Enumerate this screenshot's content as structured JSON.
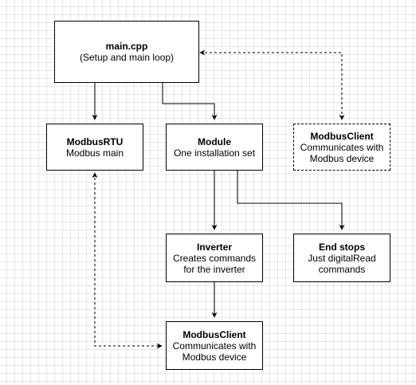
{
  "nodes": {
    "main": {
      "title": "main.cpp",
      "lines": [
        "(Setup and main loop)"
      ]
    },
    "modbus_rtu": {
      "title": "ModbusRTU",
      "lines": [
        "Modbus main"
      ]
    },
    "module": {
      "title": "Module",
      "lines": [
        "One installation set"
      ]
    },
    "modbus_client_a": {
      "title": "ModbusClient",
      "lines": [
        "Communicates with",
        "Modbus device"
      ]
    },
    "inverter": {
      "title": "Inverter",
      "lines": [
        "Creates commands",
        "for the inverter"
      ]
    },
    "end_stops": {
      "title": "End stops",
      "lines": [
        "Just digitalRead",
        "commands"
      ]
    },
    "modbus_client_b": {
      "title": "ModbusClient",
      "lines": [
        "Communicates with",
        "Modbus device"
      ]
    }
  },
  "edges": [
    {
      "from": "main",
      "to": "modbus_rtu",
      "style": "solid"
    },
    {
      "from": "main",
      "to": "module",
      "style": "solid"
    },
    {
      "from": "main",
      "to": "modbus_client_a",
      "style": "dashed",
      "bidirectional": true
    },
    {
      "from": "module",
      "to": "inverter",
      "style": "solid"
    },
    {
      "from": "module",
      "to": "end_stops",
      "style": "solid"
    },
    {
      "from": "inverter",
      "to": "modbus_client_b",
      "style": "solid"
    },
    {
      "from": "modbus_rtu",
      "to": "modbus_client_b",
      "style": "dashed",
      "bidirectional": true
    }
  ],
  "colors": {
    "stroke": "#000000",
    "fill": "#ffffff",
    "grid": "#e6e6e6"
  }
}
